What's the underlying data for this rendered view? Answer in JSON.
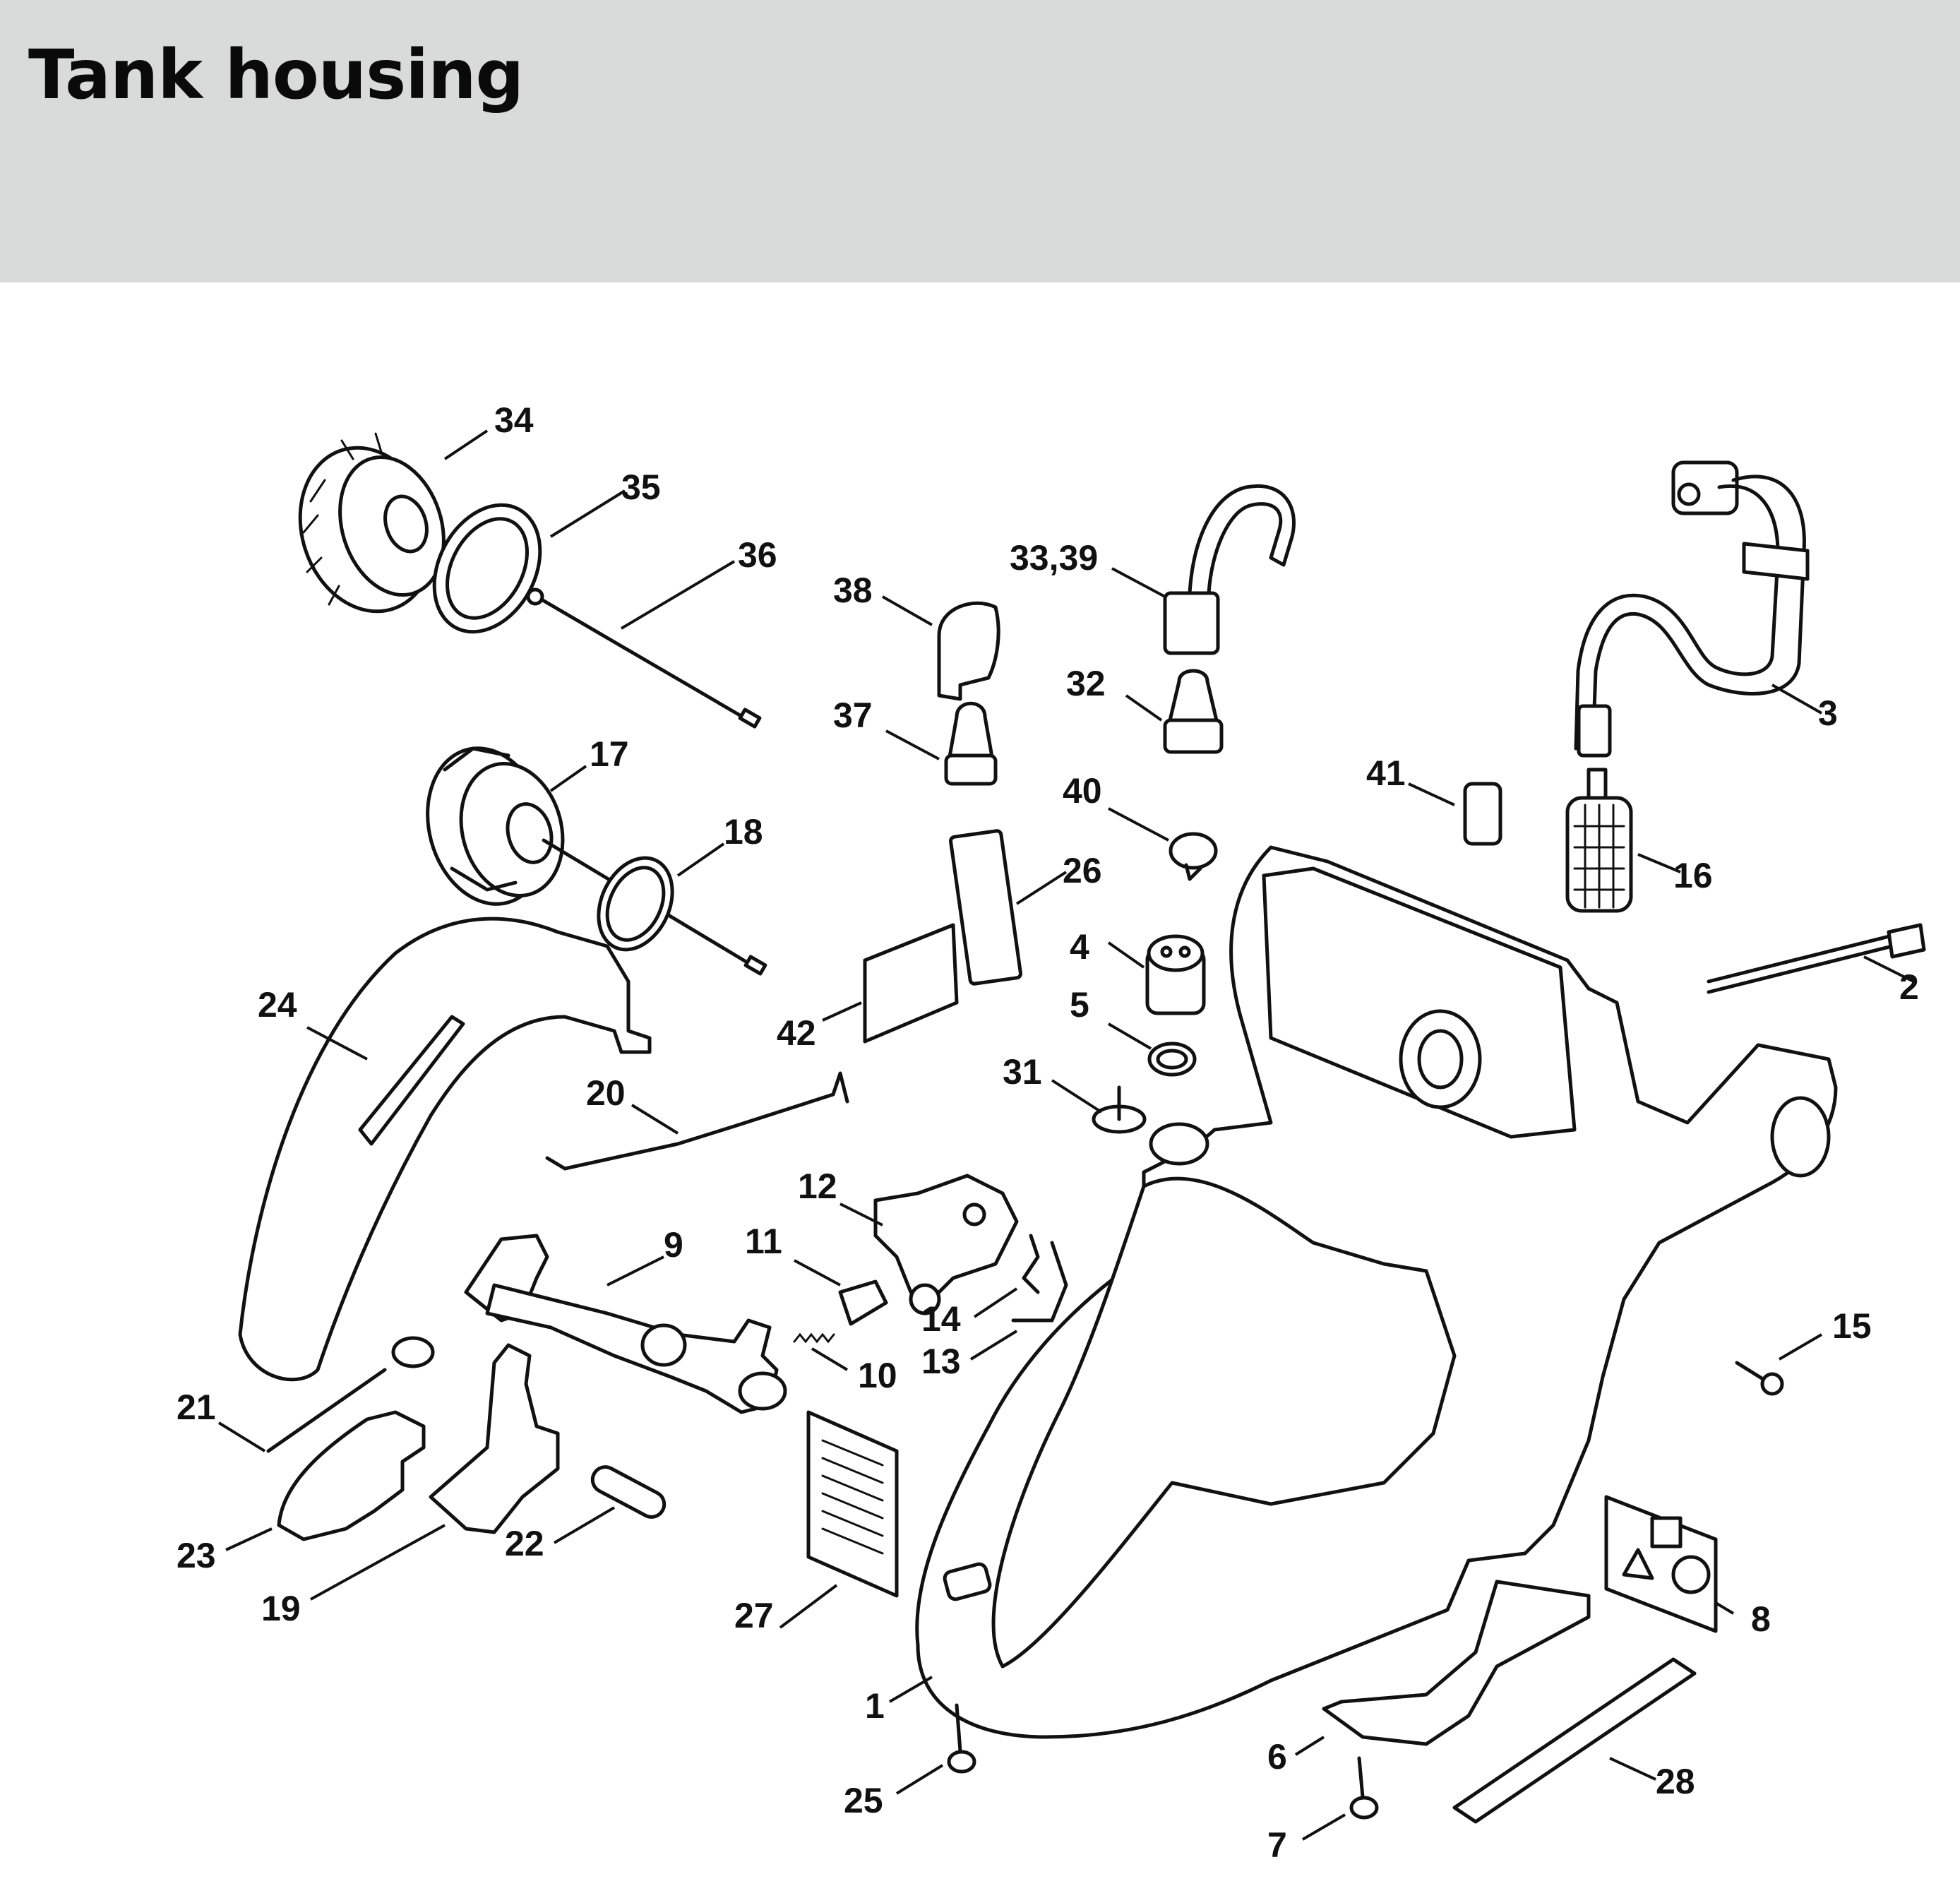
{
  "title": "Tank housing",
  "callouts": [
    {
      "id": "34",
      "label": "34"
    },
    {
      "id": "35",
      "label": "35"
    },
    {
      "id": "36",
      "label": "36"
    },
    {
      "id": "38",
      "label": "38"
    },
    {
      "id": "33-39",
      "label": "33,39"
    },
    {
      "id": "3",
      "label": "3"
    },
    {
      "id": "32",
      "label": "32"
    },
    {
      "id": "37",
      "label": "37"
    },
    {
      "id": "17",
      "label": "17"
    },
    {
      "id": "40",
      "label": "40"
    },
    {
      "id": "41",
      "label": "41"
    },
    {
      "id": "16",
      "label": "16"
    },
    {
      "id": "18",
      "label": "18"
    },
    {
      "id": "26",
      "label": "26"
    },
    {
      "id": "4",
      "label": "4"
    },
    {
      "id": "2",
      "label": "2"
    },
    {
      "id": "24",
      "label": "24"
    },
    {
      "id": "5",
      "label": "5"
    },
    {
      "id": "42",
      "label": "42"
    },
    {
      "id": "31",
      "label": "31"
    },
    {
      "id": "20",
      "label": "20"
    },
    {
      "id": "12",
      "label": "12"
    },
    {
      "id": "9",
      "label": "9"
    },
    {
      "id": "11",
      "label": "11"
    },
    {
      "id": "15",
      "label": "15"
    },
    {
      "id": "14",
      "label": "14"
    },
    {
      "id": "13",
      "label": "13"
    },
    {
      "id": "10",
      "label": "10"
    },
    {
      "id": "21",
      "label": "21"
    },
    {
      "id": "23",
      "label": "23"
    },
    {
      "id": "22",
      "label": "22"
    },
    {
      "id": "19",
      "label": "19"
    },
    {
      "id": "27",
      "label": "27"
    },
    {
      "id": "8",
      "label": "8"
    },
    {
      "id": "1",
      "label": "1"
    },
    {
      "id": "6",
      "label": "6"
    },
    {
      "id": "28",
      "label": "28"
    },
    {
      "id": "25",
      "label": "25"
    },
    {
      "id": "7",
      "label": "7"
    }
  ]
}
